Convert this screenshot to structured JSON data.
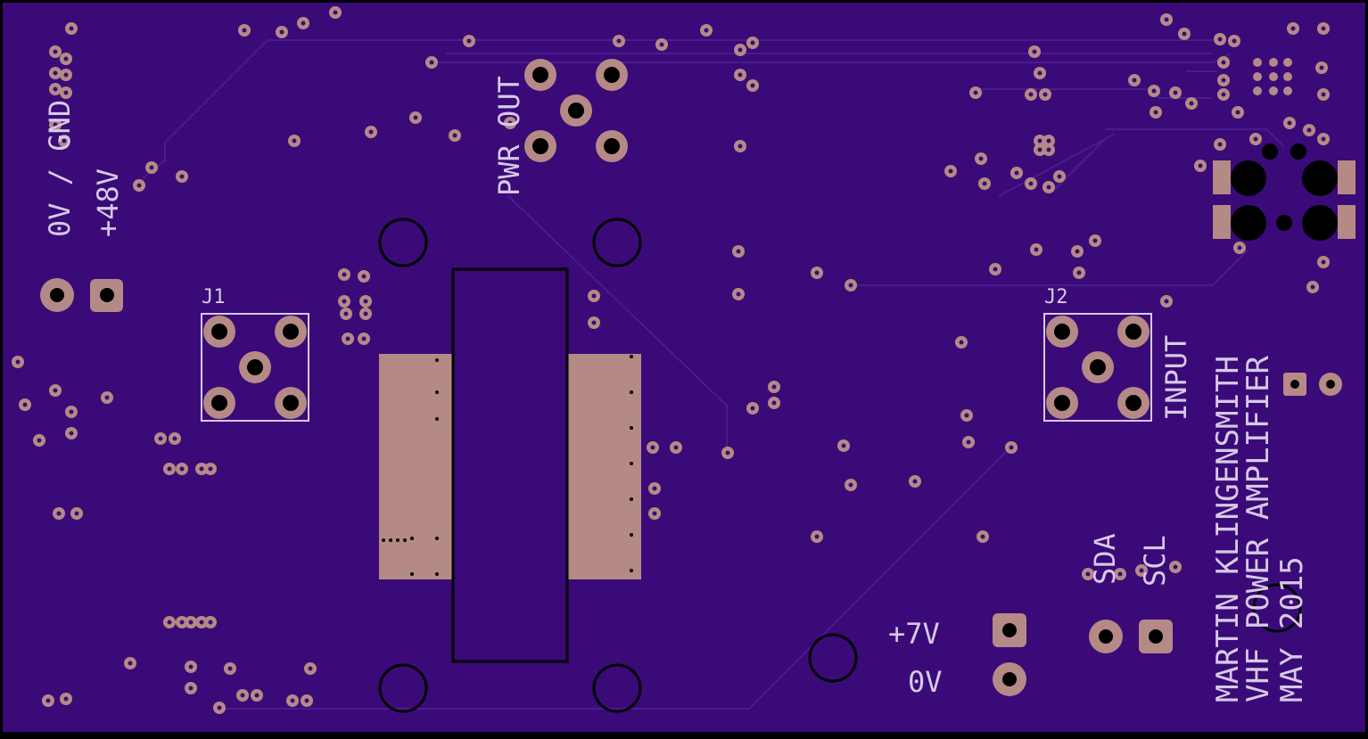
{
  "board": {
    "colors": {
      "substrate": "#3a0a78",
      "trace": "#4a1c8c",
      "pad": "#b58a86",
      "silk": "#d6c9e6",
      "hole": "#000000"
    },
    "labels": {
      "power_ground": "0V / GND",
      "power_48v": "+48V",
      "pwr_out": "PWR OUT",
      "j1": "J1",
      "j2": "J2",
      "input": "INPUT",
      "author": "MARTIN KLINGENSMITH",
      "title": "VHF POWER AMPLIFIER",
      "date": "MAY 2015",
      "sda": "SDA",
      "scl": "SCL",
      "plus7v": "+7V",
      "zero_v": "0V"
    }
  }
}
